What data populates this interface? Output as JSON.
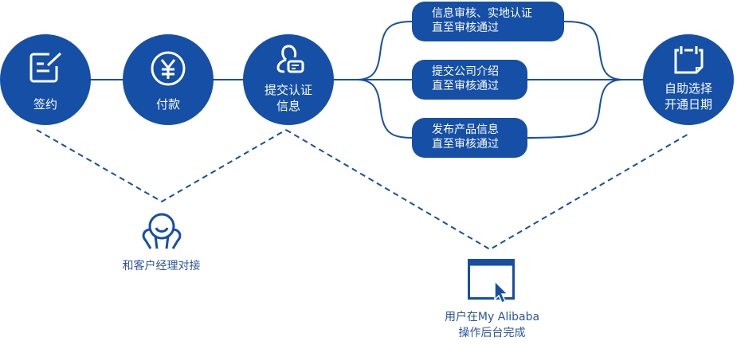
{
  "colors": {
    "primary": "#154fa6",
    "text_on_primary": "#ffffff",
    "caption": "#2b55a0"
  },
  "steps": [
    {
      "id": "sign",
      "label_lines": [
        "签约"
      ],
      "icon": "edit-document-icon"
    },
    {
      "id": "pay",
      "label_lines": [
        "付款"
      ],
      "icon": "yen-circle-icon"
    },
    {
      "id": "submit",
      "label_lines": [
        "提交认证",
        "信息"
      ],
      "icon": "user-id-card-icon"
    },
    {
      "id": "schedule",
      "label_lines": [
        "自助选择",
        "开通日期"
      ],
      "icon": "calendar-icon"
    }
  ],
  "branches": [
    {
      "lines": [
        "信息审核、实地认证",
        "直至审核通过"
      ]
    },
    {
      "lines": [
        "提交公司介绍",
        "直至审核通过"
      ]
    },
    {
      "lines": [
        "发布产品信息",
        "直至审核通过"
      ]
    }
  ],
  "notes": [
    {
      "id": "account-manager",
      "lines": [
        "和客户经理对接"
      ],
      "icon": "happy-person-icon"
    },
    {
      "id": "my-alibaba",
      "lines": [
        "用户在My Alibaba",
        "操作后台完成"
      ],
      "icon": "browser-cursor-icon"
    }
  ]
}
